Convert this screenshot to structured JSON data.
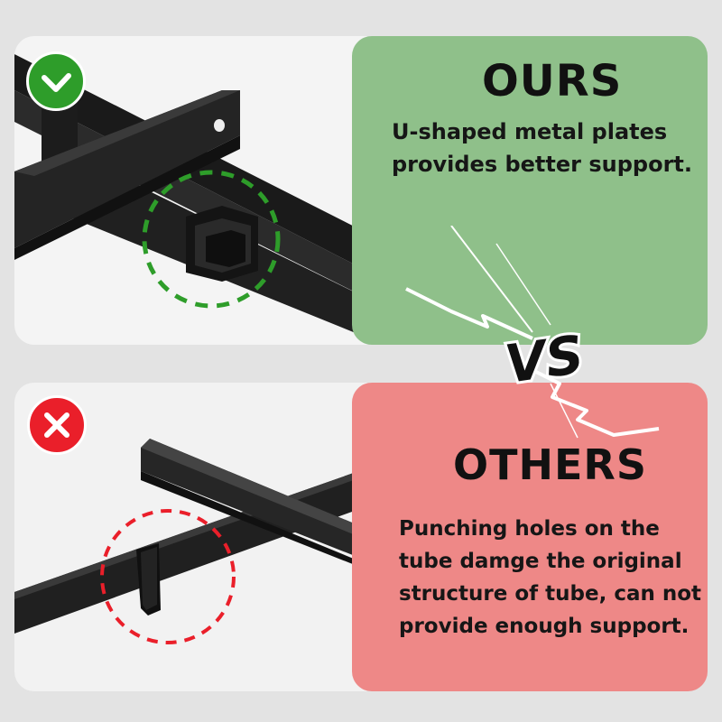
{
  "ours": {
    "title": "OURS",
    "lines": [
      "U-shaped metal plates",
      "provides better support."
    ],
    "badge_icon": "check-icon",
    "panel_color": "#8fc08a",
    "highlight_color": "#2e9d2a"
  },
  "others": {
    "title": "OTHERS",
    "lines": [
      "Punching holes on the",
      "tube damge the original",
      "structure of tube, can not",
      "provide enough support."
    ],
    "badge_icon": "cross-icon",
    "panel_color": "#ee8887",
    "highlight_color": "#ea1f2a"
  },
  "vs_label": "VS"
}
